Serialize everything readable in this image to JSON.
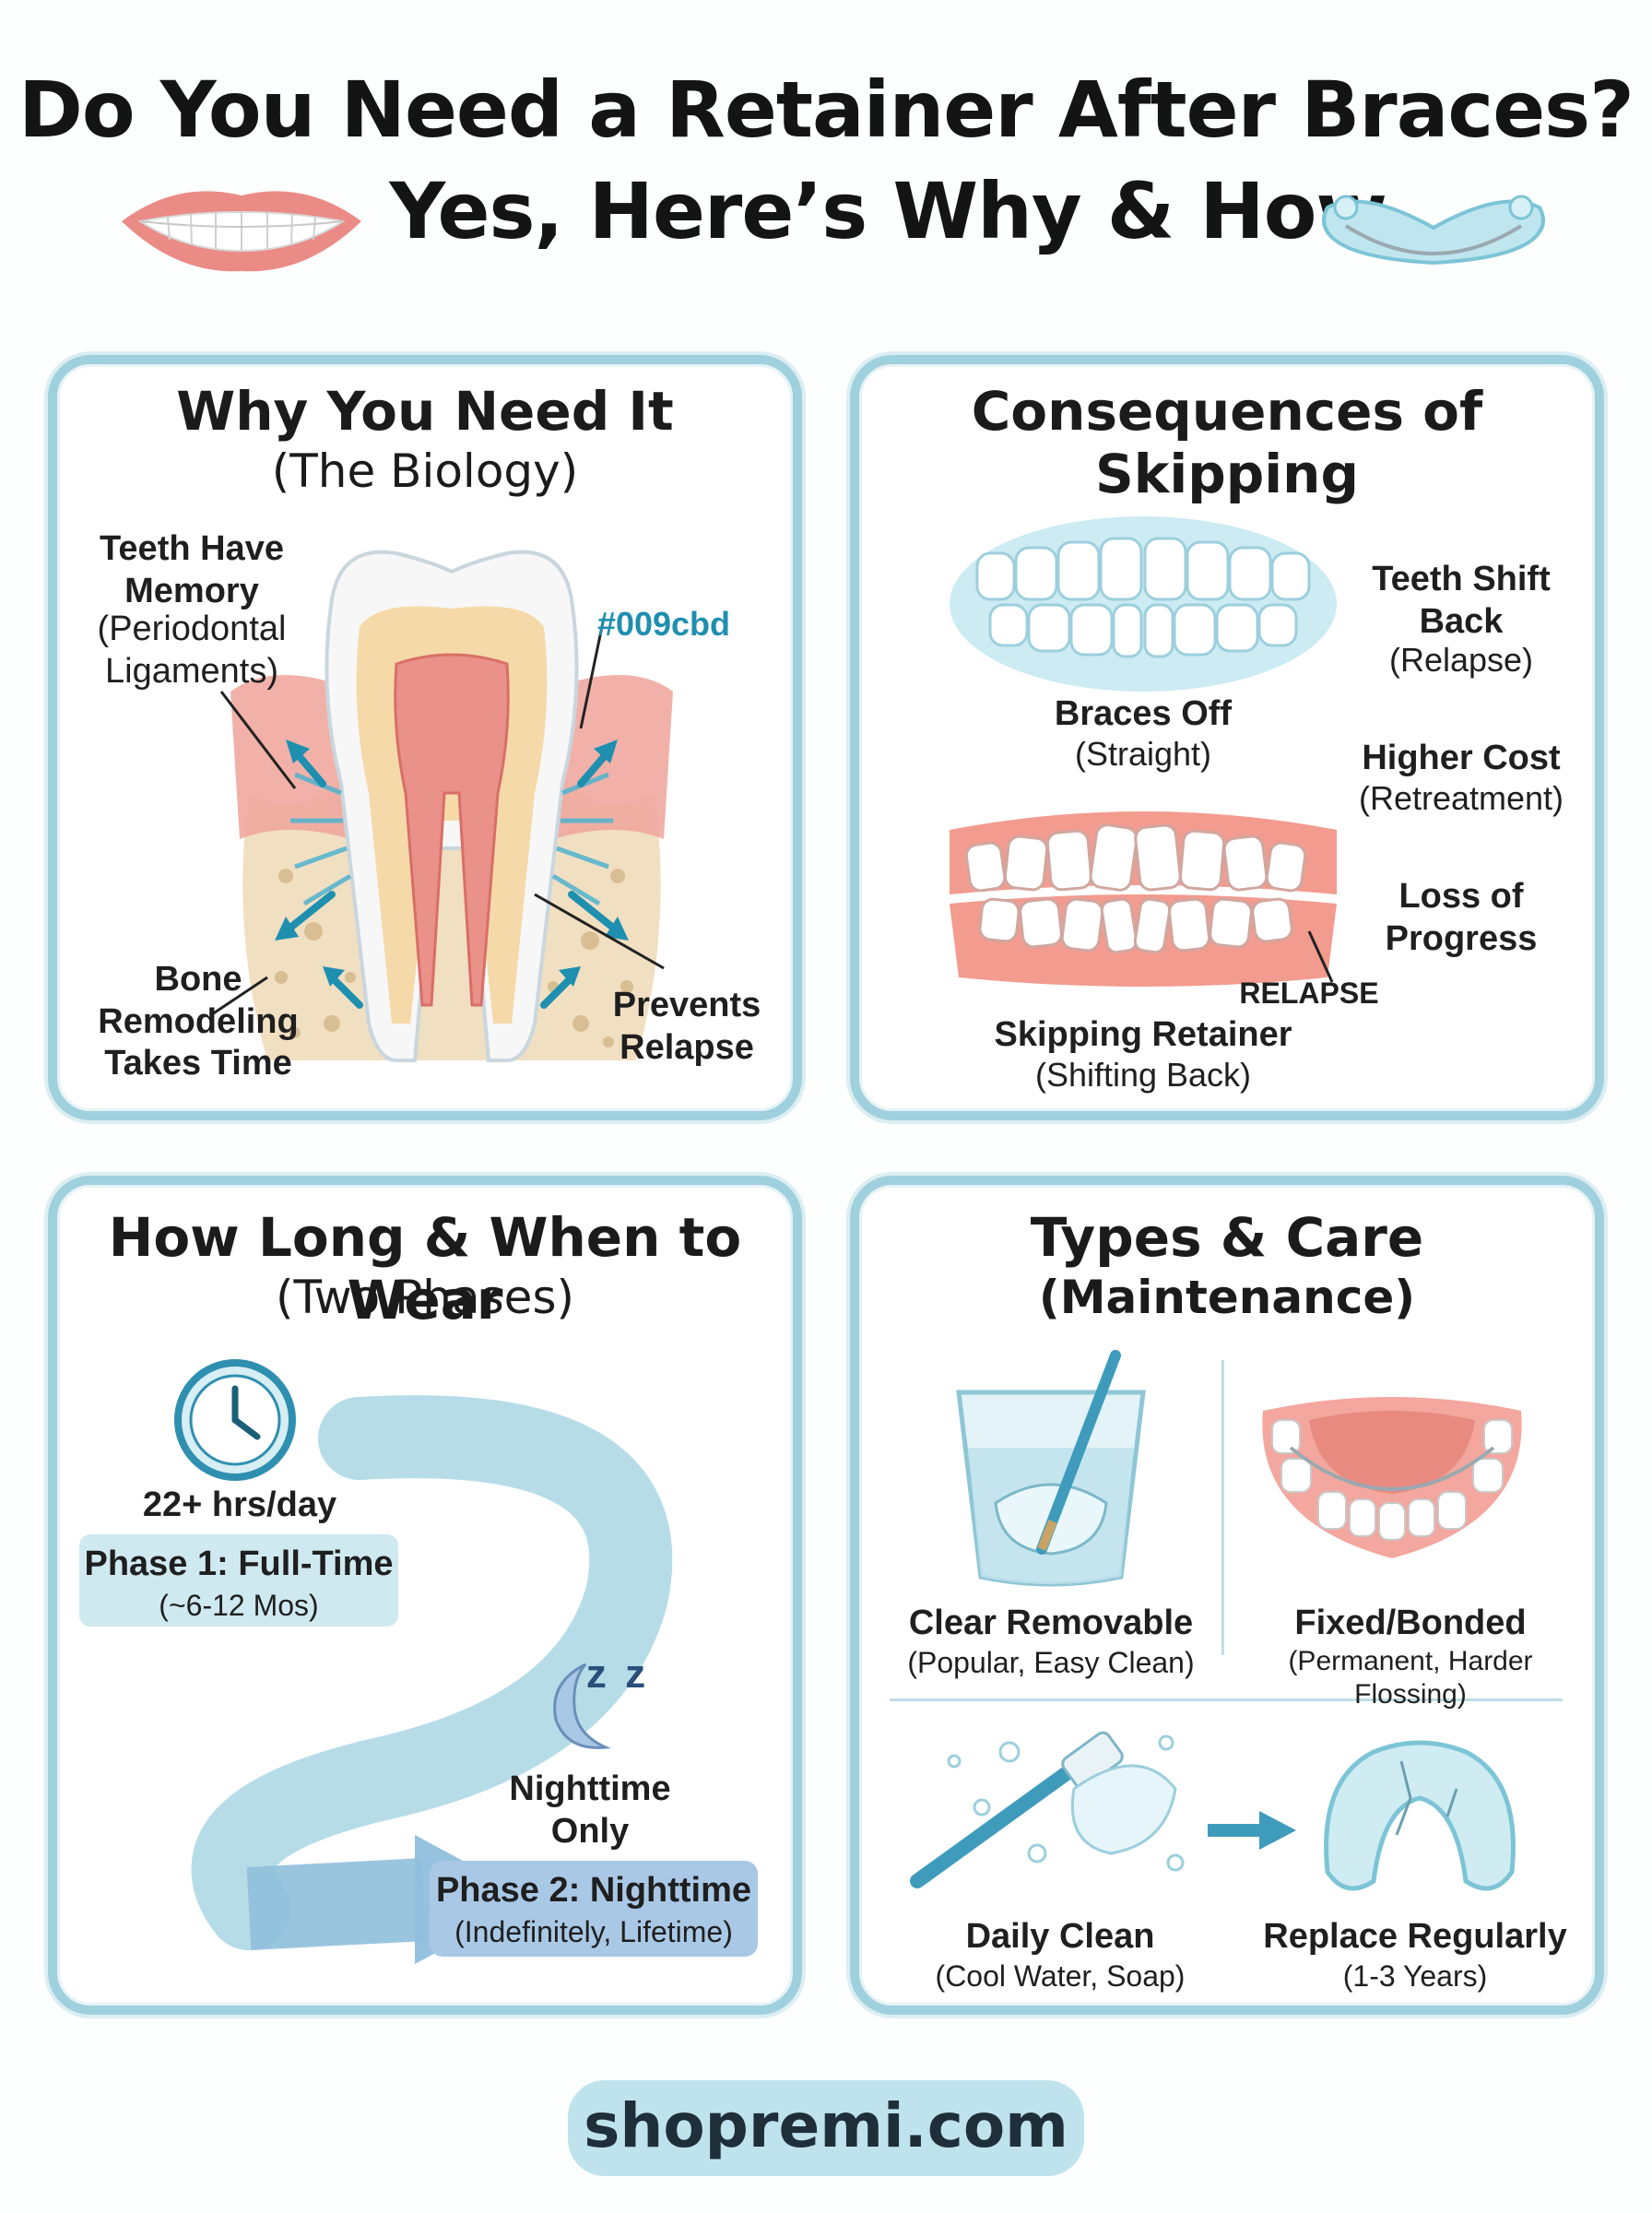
{
  "header": {
    "title_line1": "Do You Need a Retainer After Braces?",
    "title_line2": "Yes, Here’s Why & How."
  },
  "colors": {
    "accent": "#009cbd",
    "panel_border": "#9fd0dd",
    "gum": "#ef9a8f",
    "tooth": "#ffffff",
    "phase2_bg": "#a9c8e6",
    "phase1_bg": "#cfe9f0"
  },
  "icons": {
    "header_left": "smile-lips-icon",
    "header_right": "retainer-icon"
  },
  "panels": {
    "why": {
      "title": "Why You Need It",
      "subtitle": "(The Biology)",
      "label_memory_title": "Teeth Have Memory",
      "label_memory_sub": "(Periodontal Ligaments)",
      "label_color": "#009cbd",
      "label_bone": "Bone Remodeling Takes Time",
      "label_prevents": "Prevents Relapse"
    },
    "consequences": {
      "title": "Consequences of Skipping",
      "braces_off_title": "Braces Off",
      "braces_off_sub": "(Straight)",
      "skipping_title": "Skipping Retainer",
      "skipping_sub": "(Shifting Back)",
      "relapse_tag": "RELAPSE",
      "item1_title": "Teeth Shift Back",
      "item1_sub": "(Relapse)",
      "item2_title": "Higher Cost",
      "item2_sub": "(Retreatment)",
      "item3_title": "Loss of Progress"
    },
    "how_long": {
      "title": "How Long & When to Wear",
      "subtitle": "(Two Phases)",
      "hours": "22+ hrs/day",
      "phase1_title": "Phase 1: Full-Time",
      "phase1_sub": "(~6-12 Mos)",
      "night_label": "Nighttime Only",
      "phase2_title": "Phase 2: Nighttime",
      "phase2_sub": "(Indefinitely, Lifetime)",
      "zzz": "z z"
    },
    "types": {
      "title": "Types & Care",
      "subtitle": "(Maintenance)",
      "clear_title": "Clear Removable",
      "clear_sub": "(Popular, Easy Clean)",
      "fixed_title": "Fixed/Bonded",
      "fixed_sub": "(Permanent, Harder Flossing)",
      "daily_title": "Daily Clean",
      "daily_sub": "(Cool Water, Soap)",
      "replace_title": "Replace Regularly",
      "replace_sub": "(1-3 Years)"
    }
  },
  "footer": {
    "site": "shopremi.com"
  }
}
